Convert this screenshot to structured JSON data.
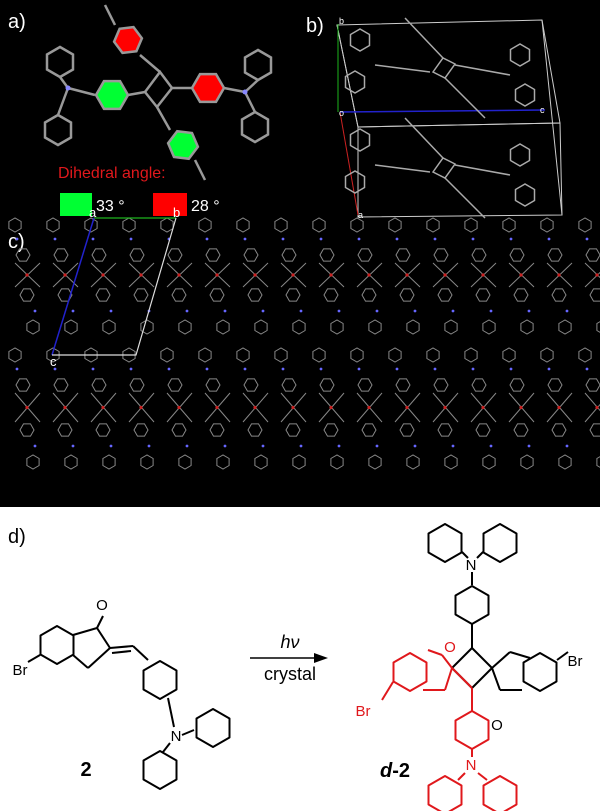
{
  "panels": {
    "a": {
      "label": "a)",
      "legend_title": "Dihedral angle:",
      "legend": [
        {
          "value": "33 °",
          "color": "#00ff33"
        },
        {
          "value": "28 °",
          "color": "#ff0000"
        }
      ]
    },
    "b": {
      "label": "b)",
      "axes": {
        "b": "b",
        "o": "o",
        "c": "c",
        "a": "a"
      }
    },
    "c": {
      "label": "c)",
      "axes": {
        "a": "a",
        "b": "b",
        "c": "c"
      }
    },
    "d": {
      "label": "d)",
      "reactant": {
        "label": "2",
        "o": "O",
        "br": "Br",
        "n": "N"
      },
      "arrow": {
        "top": "hν",
        "bottom": "crystal"
      },
      "product": {
        "label_italic": "d",
        "label_rest": "-2",
        "o1": "O",
        "o2": "O",
        "br1": "Br",
        "br2": "Br",
        "n1": "N",
        "n2": "N"
      },
      "highlight_color": "#e0181c"
    }
  }
}
